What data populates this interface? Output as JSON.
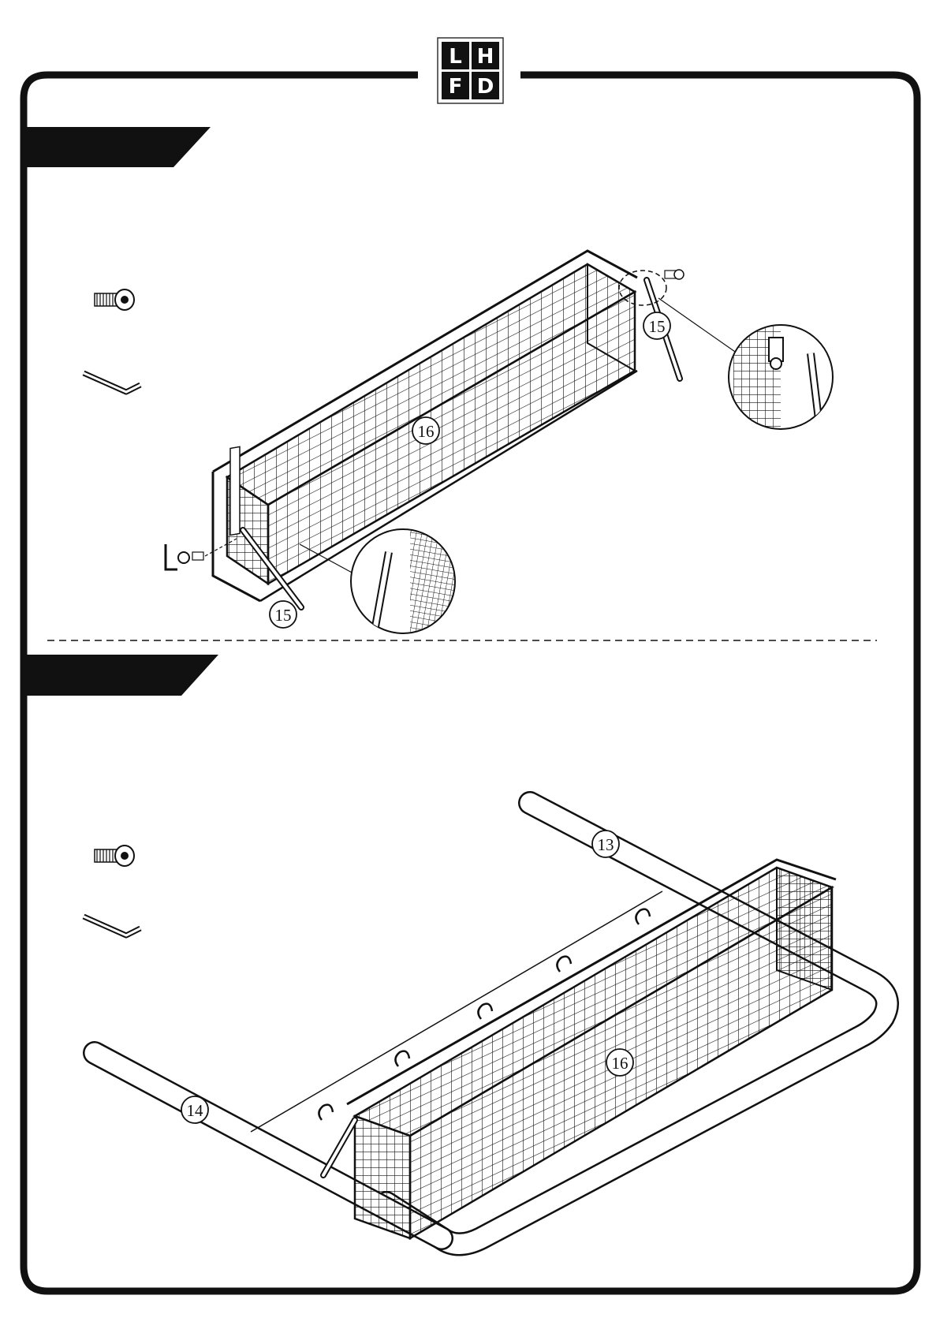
{
  "logo": {
    "letters": [
      "L",
      "H",
      "F",
      "D"
    ]
  },
  "step1": {
    "part_labels": {
      "part_16": "16",
      "part_15_top": "15",
      "part_15_bottom": "15"
    }
  },
  "step2": {
    "part_labels": {
      "part_13": "13",
      "part_14": "14",
      "part_16": "16"
    }
  },
  "icons": [
    "hex-bolt-icon",
    "allen-key-icon",
    "detail-magnifier-icon"
  ],
  "colors": {
    "ink": "#111111",
    "paper": "#ffffff"
  }
}
